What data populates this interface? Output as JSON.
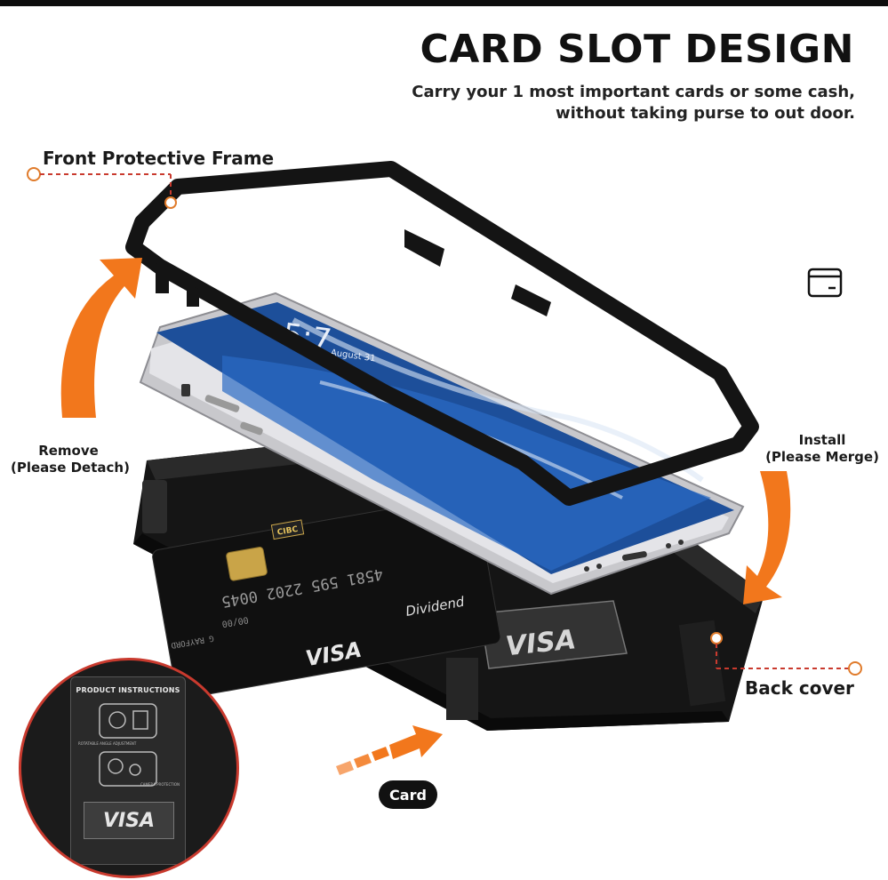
{
  "heading": {
    "title": "CARD SLOT DESIGN",
    "subtitle_line1": "Carry your 1 most important cards or some cash,",
    "subtitle_line2": "without taking purse to out door."
  },
  "labels": {
    "front_frame": "Front Protective Frame",
    "remove_line1": "Remove",
    "remove_line2": "(Please Detach)",
    "install_line1": "Install",
    "install_line2": "(Please Merge)",
    "back_cover": "Back cover",
    "card": "Card"
  },
  "phone_screen": {
    "time": "5:7",
    "date": "August 31"
  },
  "bank_card": {
    "issuer": "CIBC",
    "name": "Dividend",
    "network": "VISA",
    "number": "4581 595 2202 0045",
    "expiry": "00/00",
    "holder": "G RAYFORD"
  },
  "back_cover_slot": {
    "network": "VISA"
  },
  "inset": {
    "title": "PRODUCT INSTRUCTIONS",
    "note1": "ROTATABLE ANGLE ADJUSTMENT",
    "note2": "CAMERA PROTECTION",
    "visa": "VISA"
  },
  "icons": [
    "wallet-card-icon",
    "orange-curved-arrow-up",
    "orange-curved-arrow-down",
    "orange-dashed-arrow"
  ],
  "colors": {
    "accent_orange": "#f2771c",
    "callout_red": "#c93a2e",
    "phone_blue": "#1d4f9a",
    "case_black": "#151515"
  }
}
